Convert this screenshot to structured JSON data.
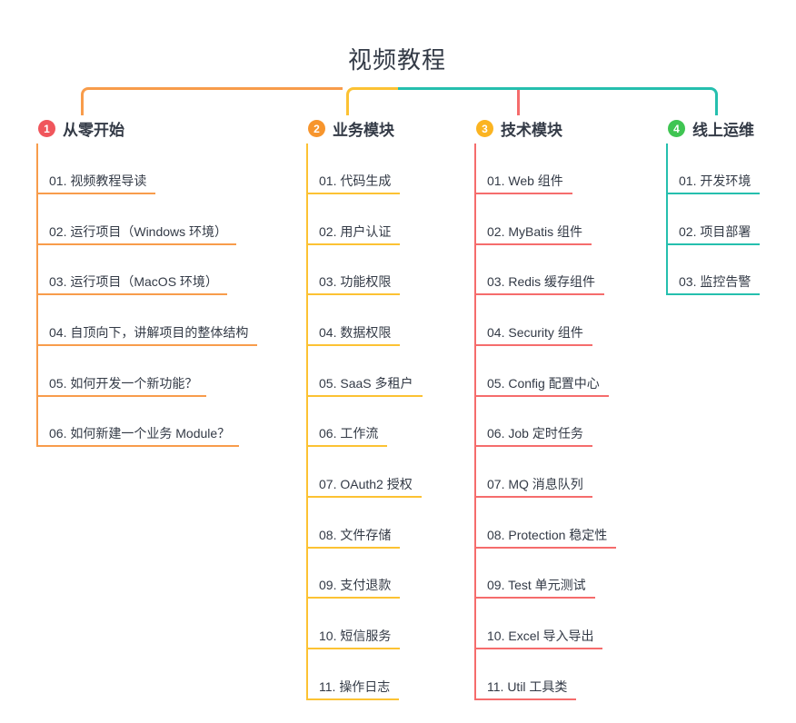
{
  "title": "视频教程",
  "colors": {
    "background": "#ffffff",
    "text": "#333a46"
  },
  "branches": [
    {
      "badge": "1",
      "label": "从零开始",
      "badge_color": "#f0565c",
      "line_color": "#f89c4b",
      "items": [
        "01. 视频教程导读",
        "02. 运行项目（Windows 环境）",
        "03. 运行项目（MacOS 环境）",
        "04. 自顶向下，讲解项目的整体结构",
        "05. 如何开发一个新功能？",
        "06. 如何新建一个业务 Module？"
      ]
    },
    {
      "badge": "2",
      "label": "业务模块",
      "badge_color": "#f7952d",
      "line_color": "#fcc233",
      "items": [
        "01. 代码生成",
        "02. 用户认证",
        "03. 功能权限",
        "04. 数据权限",
        "05. SaaS 多租户",
        "06. 工作流",
        "07. OAuth2 授权",
        "08. 文件存储",
        "09. 支付退款",
        "10. 短信服务",
        "11. 操作日志"
      ]
    },
    {
      "badge": "3",
      "label": "技术模块",
      "badge_color": "#fbb421",
      "line_color": "#f56c6c",
      "items": [
        "01. Web 组件",
        "02. MyBatis 组件",
        "03. Redis 缓存组件",
        "04. Security 组件",
        "05. Config 配置中心",
        "06. Job 定时任务",
        "07. MQ 消息队列",
        "08. Protection 稳定性",
        "09. Test 单元测试",
        "10. Excel 导入导出",
        "11. Util 工具类"
      ]
    },
    {
      "badge": "4",
      "label": "线上运维",
      "badge_color": "#3fc552",
      "line_color": "#25bfae",
      "items": [
        "01. 开发环境",
        "02. 项目部署",
        "03. 监控告警"
      ]
    }
  ]
}
